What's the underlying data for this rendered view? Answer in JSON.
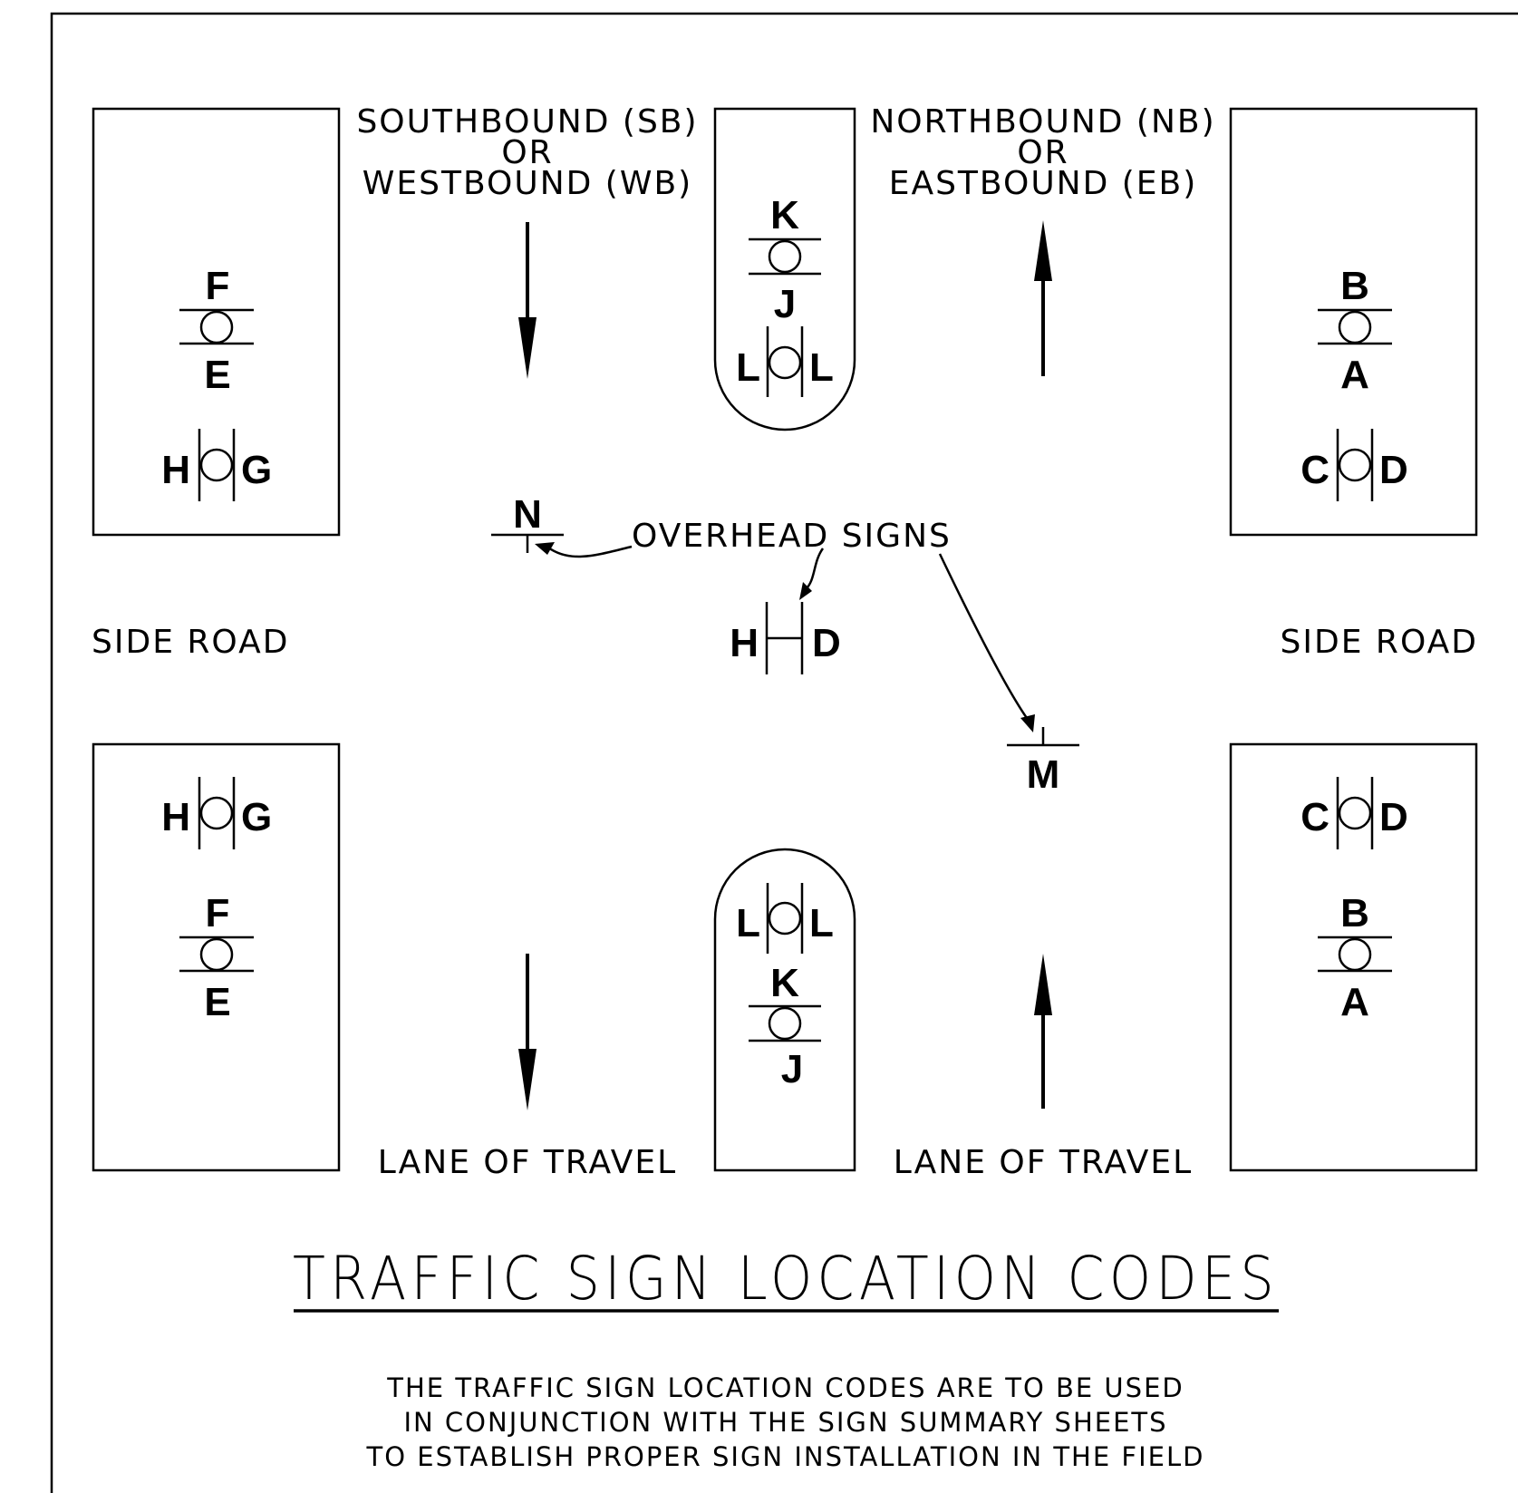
{
  "labels": {
    "southbound": [
      "SOUTHBOUND (SB)",
      "OR",
      "WESTBOUND (WB)"
    ],
    "northbound": [
      "NORTHBOUND (NB)",
      "OR",
      "EASTBOUND (EB)"
    ],
    "side_road": "SIDE ROAD",
    "overhead_signs": "OVERHEAD SIGNS",
    "lane_of_travel": "LANE OF TRAVEL"
  },
  "codes": {
    "A": "A",
    "B": "B",
    "C": "C",
    "D": "D",
    "E": "E",
    "F": "F",
    "G": "G",
    "H": "H",
    "J": "J",
    "K": "K",
    "L": "L",
    "M": "M",
    "N": "N"
  },
  "title": "TRAFFIC SIGN LOCATION CODES",
  "note": [
    "THE TRAFFIC SIGN LOCATION CODES ARE TO BE USED",
    "IN CONJUNCTION WITH THE SIGN SUMMARY SHEETS",
    "TO ESTABLISH PROPER SIGN INSTALLATION IN THE FIELD"
  ]
}
